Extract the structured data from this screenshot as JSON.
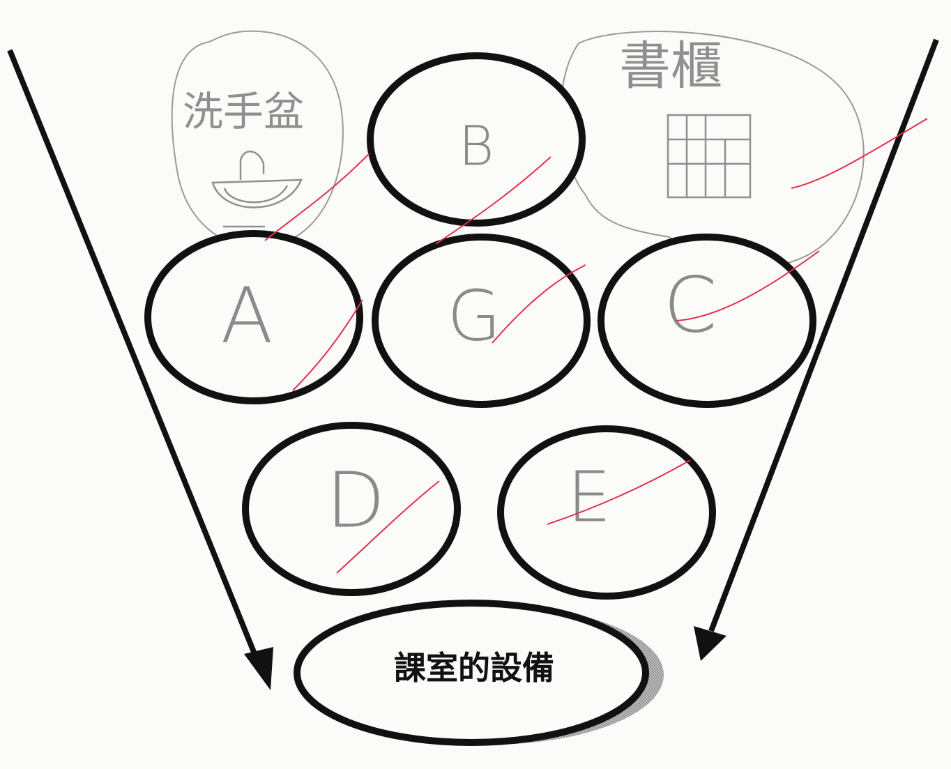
{
  "worksheet": {
    "center_label": "課室的設備",
    "circles": [
      {
        "id": "A",
        "letter": "A"
      },
      {
        "id": "B",
        "letter": "B"
      },
      {
        "id": "C",
        "letter": "C"
      },
      {
        "id": "D",
        "letter": "D"
      },
      {
        "id": "E",
        "letter": "E"
      },
      {
        "id": "G",
        "letter": "G"
      }
    ],
    "handwritten_additions": [
      {
        "id": "washbasin",
        "text": "洗手盆"
      },
      {
        "id": "bookcase",
        "text": "書櫃"
      }
    ],
    "colors": {
      "outline": "#111111",
      "pencil": "#8a8a8a",
      "teacher_mark": "#e0304a",
      "paper": "#fbfbfa"
    },
    "icons": [
      "washbasin-sketch",
      "bookcase-sketch",
      "arrow-down-left",
      "arrow-down-right"
    ]
  }
}
